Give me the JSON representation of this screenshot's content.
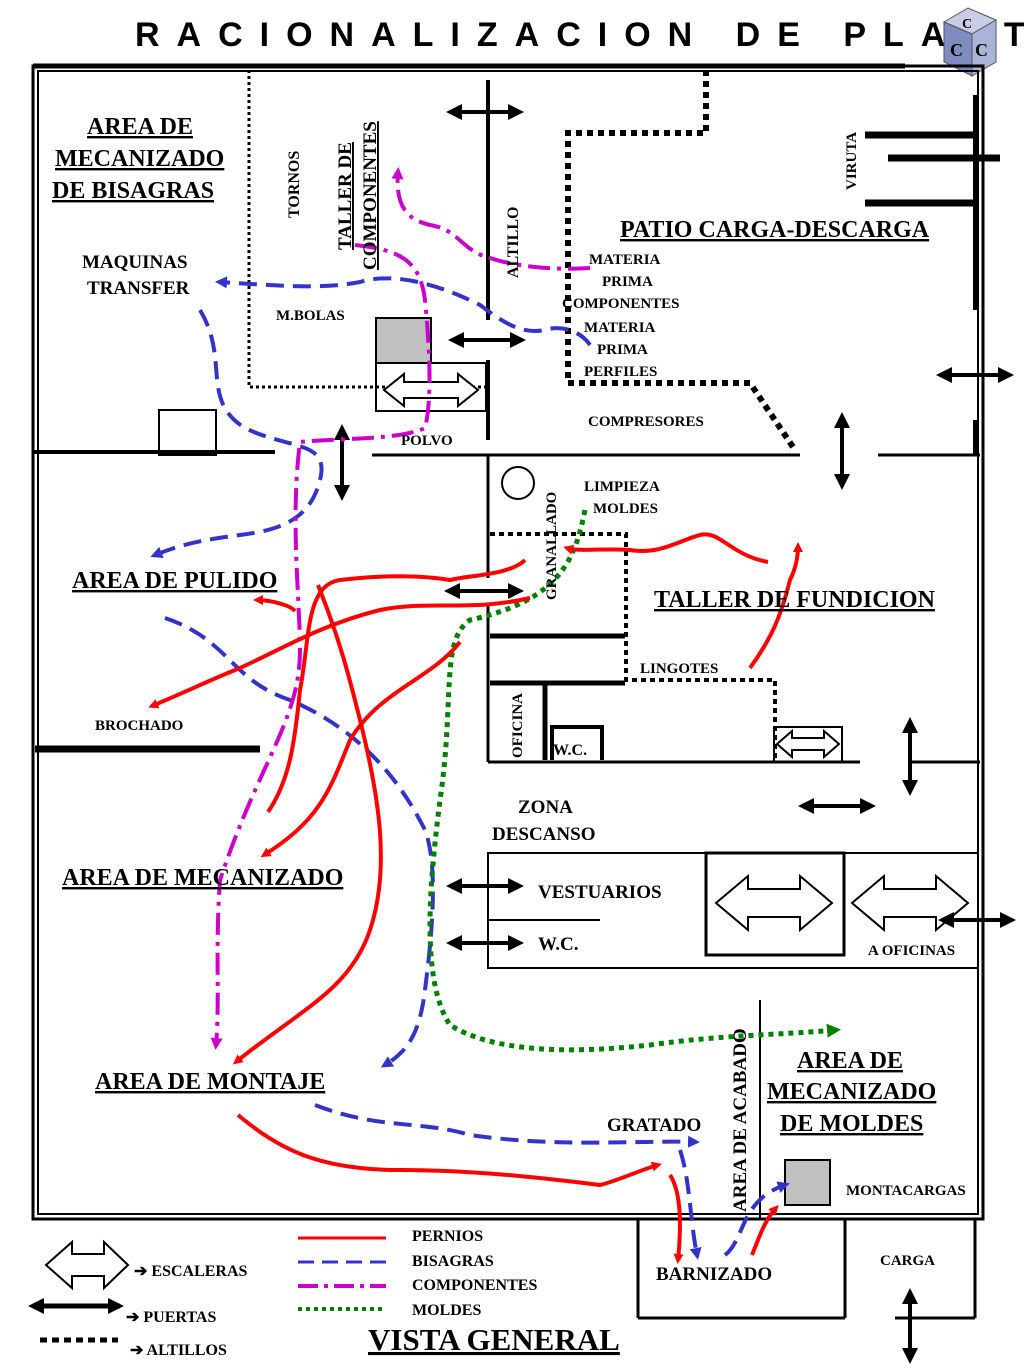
{
  "title": "RACIONALIZACION DE PLANTA",
  "logo_letters": [
    "C",
    "C",
    "C"
  ],
  "footer_title": "VISTA GENERAL",
  "colors": {
    "pernios": "#ff0000",
    "bisagras": "#3333cc",
    "componentes": "#cc00cc",
    "moldes": "#008000",
    "gray_box": "#c0c0c0",
    "logo_blue": "#9aa6cf"
  },
  "labels": {
    "area_bisagras_1": "AREA DE",
    "area_bisagras_2": "MECANIZADO",
    "area_bisagras_3": "DE BISAGRAS",
    "tornos": "TORNOS",
    "taller_comp_1": "TALLER DE",
    "taller_comp_2": "COMPONENTES",
    "altillo": "ALTILLO",
    "viruta": "VIRUTA",
    "patio": "PATIO CARGA-DESCARGA",
    "maquinas": "MAQUINAS",
    "transfer": "TRANSFER",
    "mbolas": "M.BOLAS",
    "materia1": "MATERIA",
    "prima1": "PRIMA",
    "componentes": "COMPONENTES",
    "materia2": "MATERIA",
    "prima2": "PRIMA",
    "perfiles": "PERFILES",
    "compresores": "COMPRESORES",
    "polvo": "POLVO",
    "limpieza": "LIMPIEZA",
    "moldes_lbl": "MOLDES",
    "granallado": "GRANALLADO",
    "area_pulido": "AREA DE PULIDO",
    "taller_fundicion": "TALLER DE FUNDICION",
    "lingotes": "LINGOTES",
    "brochado": "BROCHADO",
    "oficina": "OFICINA",
    "wc1": "W.C.",
    "zona": "ZONA",
    "descanso": "DESCANSO",
    "area_mecanizado": "AREA DE MECANIZADO",
    "vestuarios": "VESTUARIOS",
    "wc2": "W.C.",
    "a_oficinas": "A OFICINAS",
    "area_acabado": "AREA DE ACABADO",
    "area_moldes_1": "AREA DE",
    "area_moldes_2": "MECANIZADO",
    "area_moldes_3": "DE MOLDES",
    "area_montaje": "AREA DE MONTAJE",
    "gratado": "GRATADO",
    "montacargas": "MONTACARGAS",
    "carga": "CARGA",
    "barnizado": "BARNIZADO"
  },
  "legend": {
    "escaleras": "➔ ESCALERAS",
    "puertas": "➔ PUERTAS",
    "altillos": "➔ ALTILLOS",
    "pernios": "PERNIOS",
    "bisagras": "BISAGRAS",
    "componentes": "COMPONENTES",
    "moldes": "MOLDES"
  }
}
